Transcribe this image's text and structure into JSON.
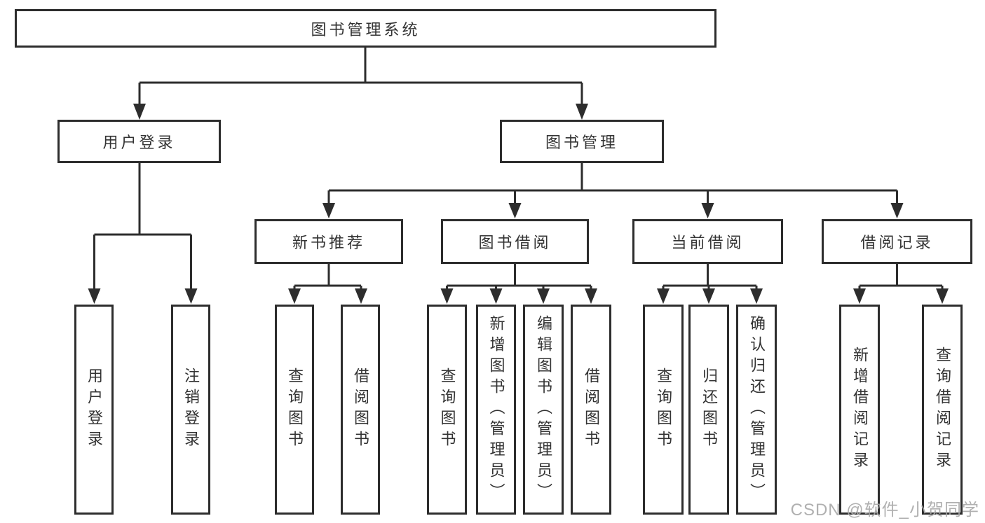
{
  "diagram": {
    "root": {
      "label": "图书管理系统",
      "children": [
        {
          "label": "用户登录",
          "children": [
            {
              "label": "用户登录"
            },
            {
              "label": "注销登录"
            }
          ]
        },
        {
          "label": "图书管理",
          "children": [
            {
              "label": "新书推荐",
              "children": [
                {
                  "label": "查询图书"
                },
                {
                  "label": "借阅图书"
                }
              ]
            },
            {
              "label": "图书借阅",
              "children": [
                {
                  "label": "查询图书"
                },
                {
                  "label": "新增图书（管理员）"
                },
                {
                  "label": "编辑图书（管理员）"
                },
                {
                  "label": "借阅图书"
                }
              ]
            },
            {
              "label": "当前借阅",
              "children": [
                {
                  "label": "查询图书"
                },
                {
                  "label": "归还图书"
                },
                {
                  "label": "确认归还（管理员）"
                }
              ]
            },
            {
              "label": "借阅记录",
              "children": [
                {
                  "label": "新增借阅记录"
                },
                {
                  "label": "查询借阅记录"
                }
              ]
            }
          ]
        }
      ]
    }
  },
  "watermark": {
    "text": "CSDN @软件_小贺同学"
  },
  "colors": {
    "line": "#2d2d2d",
    "text": "#333333",
    "watermark": "#a8a8a8",
    "background": "#ffffff"
  }
}
